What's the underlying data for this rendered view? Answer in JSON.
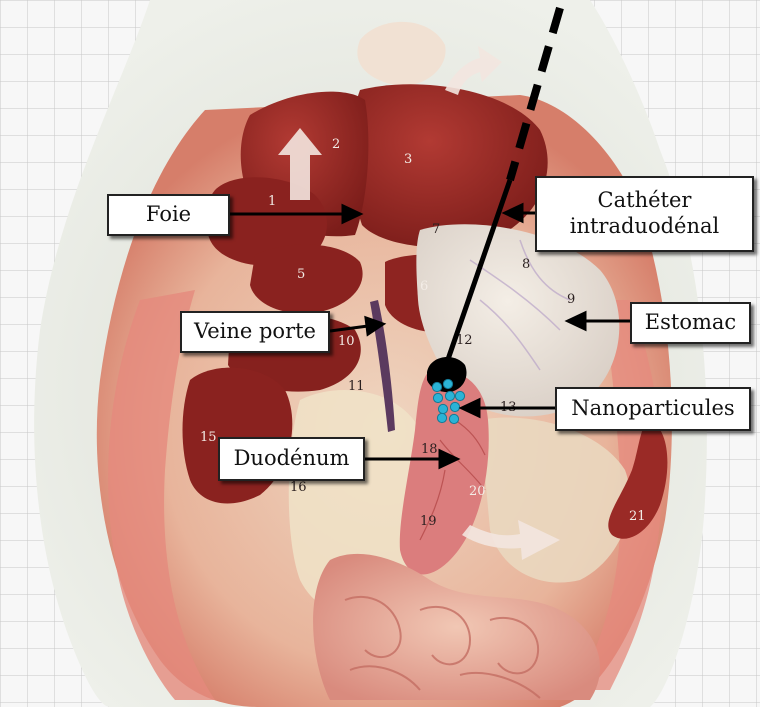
{
  "labels": {
    "liver": "Foie",
    "catheter": "Cathéter intraduodénal",
    "stomach": "Estomac",
    "portal_vein": "Veine porte",
    "nanoparticles": "Nanoparticules",
    "duodenum": "Duodénum"
  },
  "organ_numbers": [
    "1",
    "2",
    "3",
    "5",
    "6",
    "7",
    "8",
    "9",
    "10",
    "11",
    "12",
    "13",
    "15",
    "16",
    "18",
    "19",
    "20",
    "21"
  ],
  "colors": {
    "liver": "#8e2421",
    "catheter": "#000000",
    "nanoparticles": "#2bb3d6",
    "arrow": "#000000",
    "grid_line": "#c9c9c9",
    "fur": "#e6e8e0",
    "cavity": "#e7a189",
    "duodenum": "#db7d7d"
  }
}
